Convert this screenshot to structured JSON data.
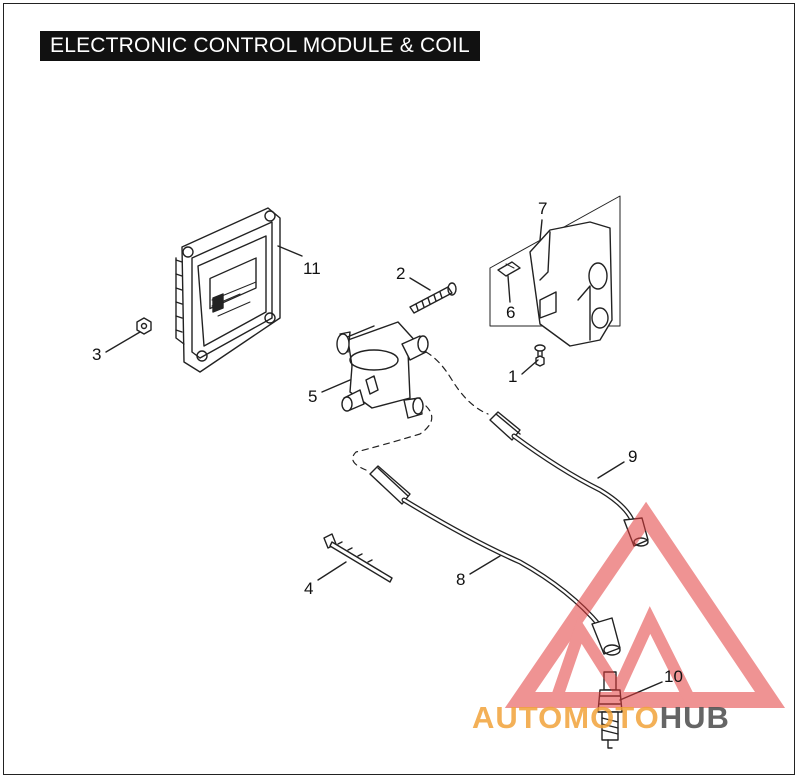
{
  "title": "ELECTRONIC CONTROL MODULE & COIL",
  "callouts": {
    "c1": "1",
    "c2": "2",
    "c3": "3",
    "c4": "4",
    "c5": "5",
    "c6": "6",
    "c7": "7",
    "c8": "8",
    "c9": "9",
    "c10": "10",
    "c11": "11"
  },
  "watermark": {
    "part1": "AUTOMOTO",
    "part2": "HUB"
  },
  "colors": {
    "line": "#222222",
    "watermark_red": "#e23b3b",
    "watermark_orange": "#f2a33a",
    "watermark_dark": "#555555"
  }
}
